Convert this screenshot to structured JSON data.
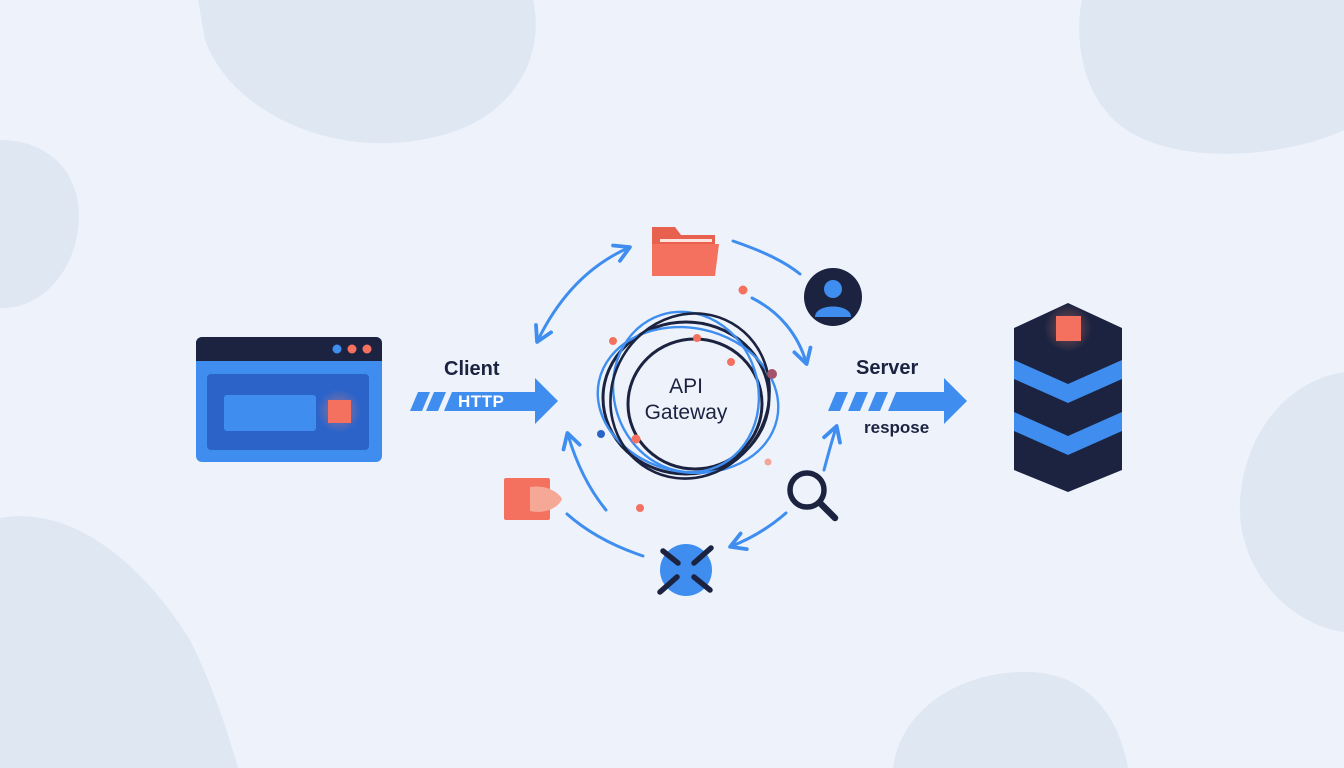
{
  "client": {
    "label": "Client",
    "protocol": "HTTP"
  },
  "gateway": {
    "line1": "API",
    "line2": "Gateway"
  },
  "server": {
    "label": "Server",
    "response": "respose"
  },
  "icons": {
    "client_window": "browser-window-icon",
    "server_stack": "server-stack-icon",
    "folder": "folder-icon",
    "user": "user-avatar-icon",
    "search": "search-icon",
    "link": "link-icon",
    "tag": "tag-icon"
  },
  "colors": {
    "background": "#eef3fb",
    "blob": "#dfe7f3",
    "blue": "#3f8eef",
    "navy": "#1b2340",
    "coral": "#f4715f"
  }
}
